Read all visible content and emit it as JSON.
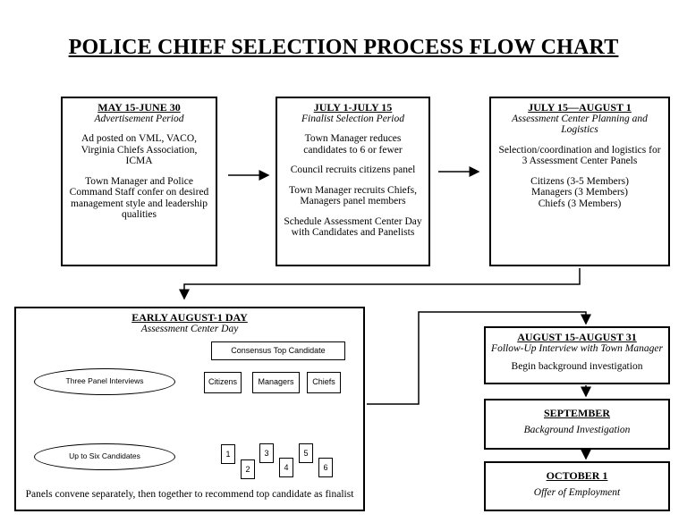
{
  "title": "POLICE CHIEF SELECTION PROCESS FLOW CHART",
  "stages": [
    {
      "date": "MAY 15-JUNE 30",
      "subtitle": "Advertisement Period",
      "lines": [
        "Ad posted on VML, VACO, Virginia Chiefs Association, ICMA",
        "Town Manager and Police Command Staff confer on desired management style and leadership qualities"
      ]
    },
    {
      "date": "JULY 1-JULY 15",
      "subtitle": "Finalist Selection Period",
      "lines": [
        "Town Manager reduces candidates to 6 or fewer",
        "Council recruits citizens panel",
        "Town Manager recruits Chiefs, Managers panel members",
        "Schedule Assessment Center Day with Candidates and Panelists"
      ]
    },
    {
      "date": "JULY 15—AUGUST 1",
      "subtitle": "Assessment Center Planning and Logistics",
      "lines": [
        "Selection/coordination and logistics for 3 Assessment Center Panels",
        "Citizens (3-5 Members)",
        "Managers (3 Members)",
        "Chiefs (3 Members)"
      ]
    },
    {
      "date": "EARLY AUGUST-1 DAY",
      "subtitle": "Assessment Center Day",
      "consensus": "Consensus Top Candidate",
      "panels": [
        "Citizens",
        "Managers",
        "Chiefs"
      ],
      "panel_oval": "Three Panel Interviews",
      "candidates_oval": "Up to Six Candidates",
      "candidates": [
        "1",
        "2",
        "3",
        "4",
        "5",
        "6"
      ],
      "footer": "Panels convene separately, then together to recommend top candidate as finalist"
    },
    {
      "date": "AUGUST 15-AUGUST 31",
      "subtitle": "Follow-Up Interview with Town Manager",
      "lines": [
        "Begin background investigation"
      ]
    },
    {
      "date": "SEPTEMBER",
      "subtitle": "Background Investigation",
      "lines": []
    },
    {
      "date": "OCTOBER 1",
      "subtitle": "Offer of Employment",
      "lines": []
    }
  ]
}
